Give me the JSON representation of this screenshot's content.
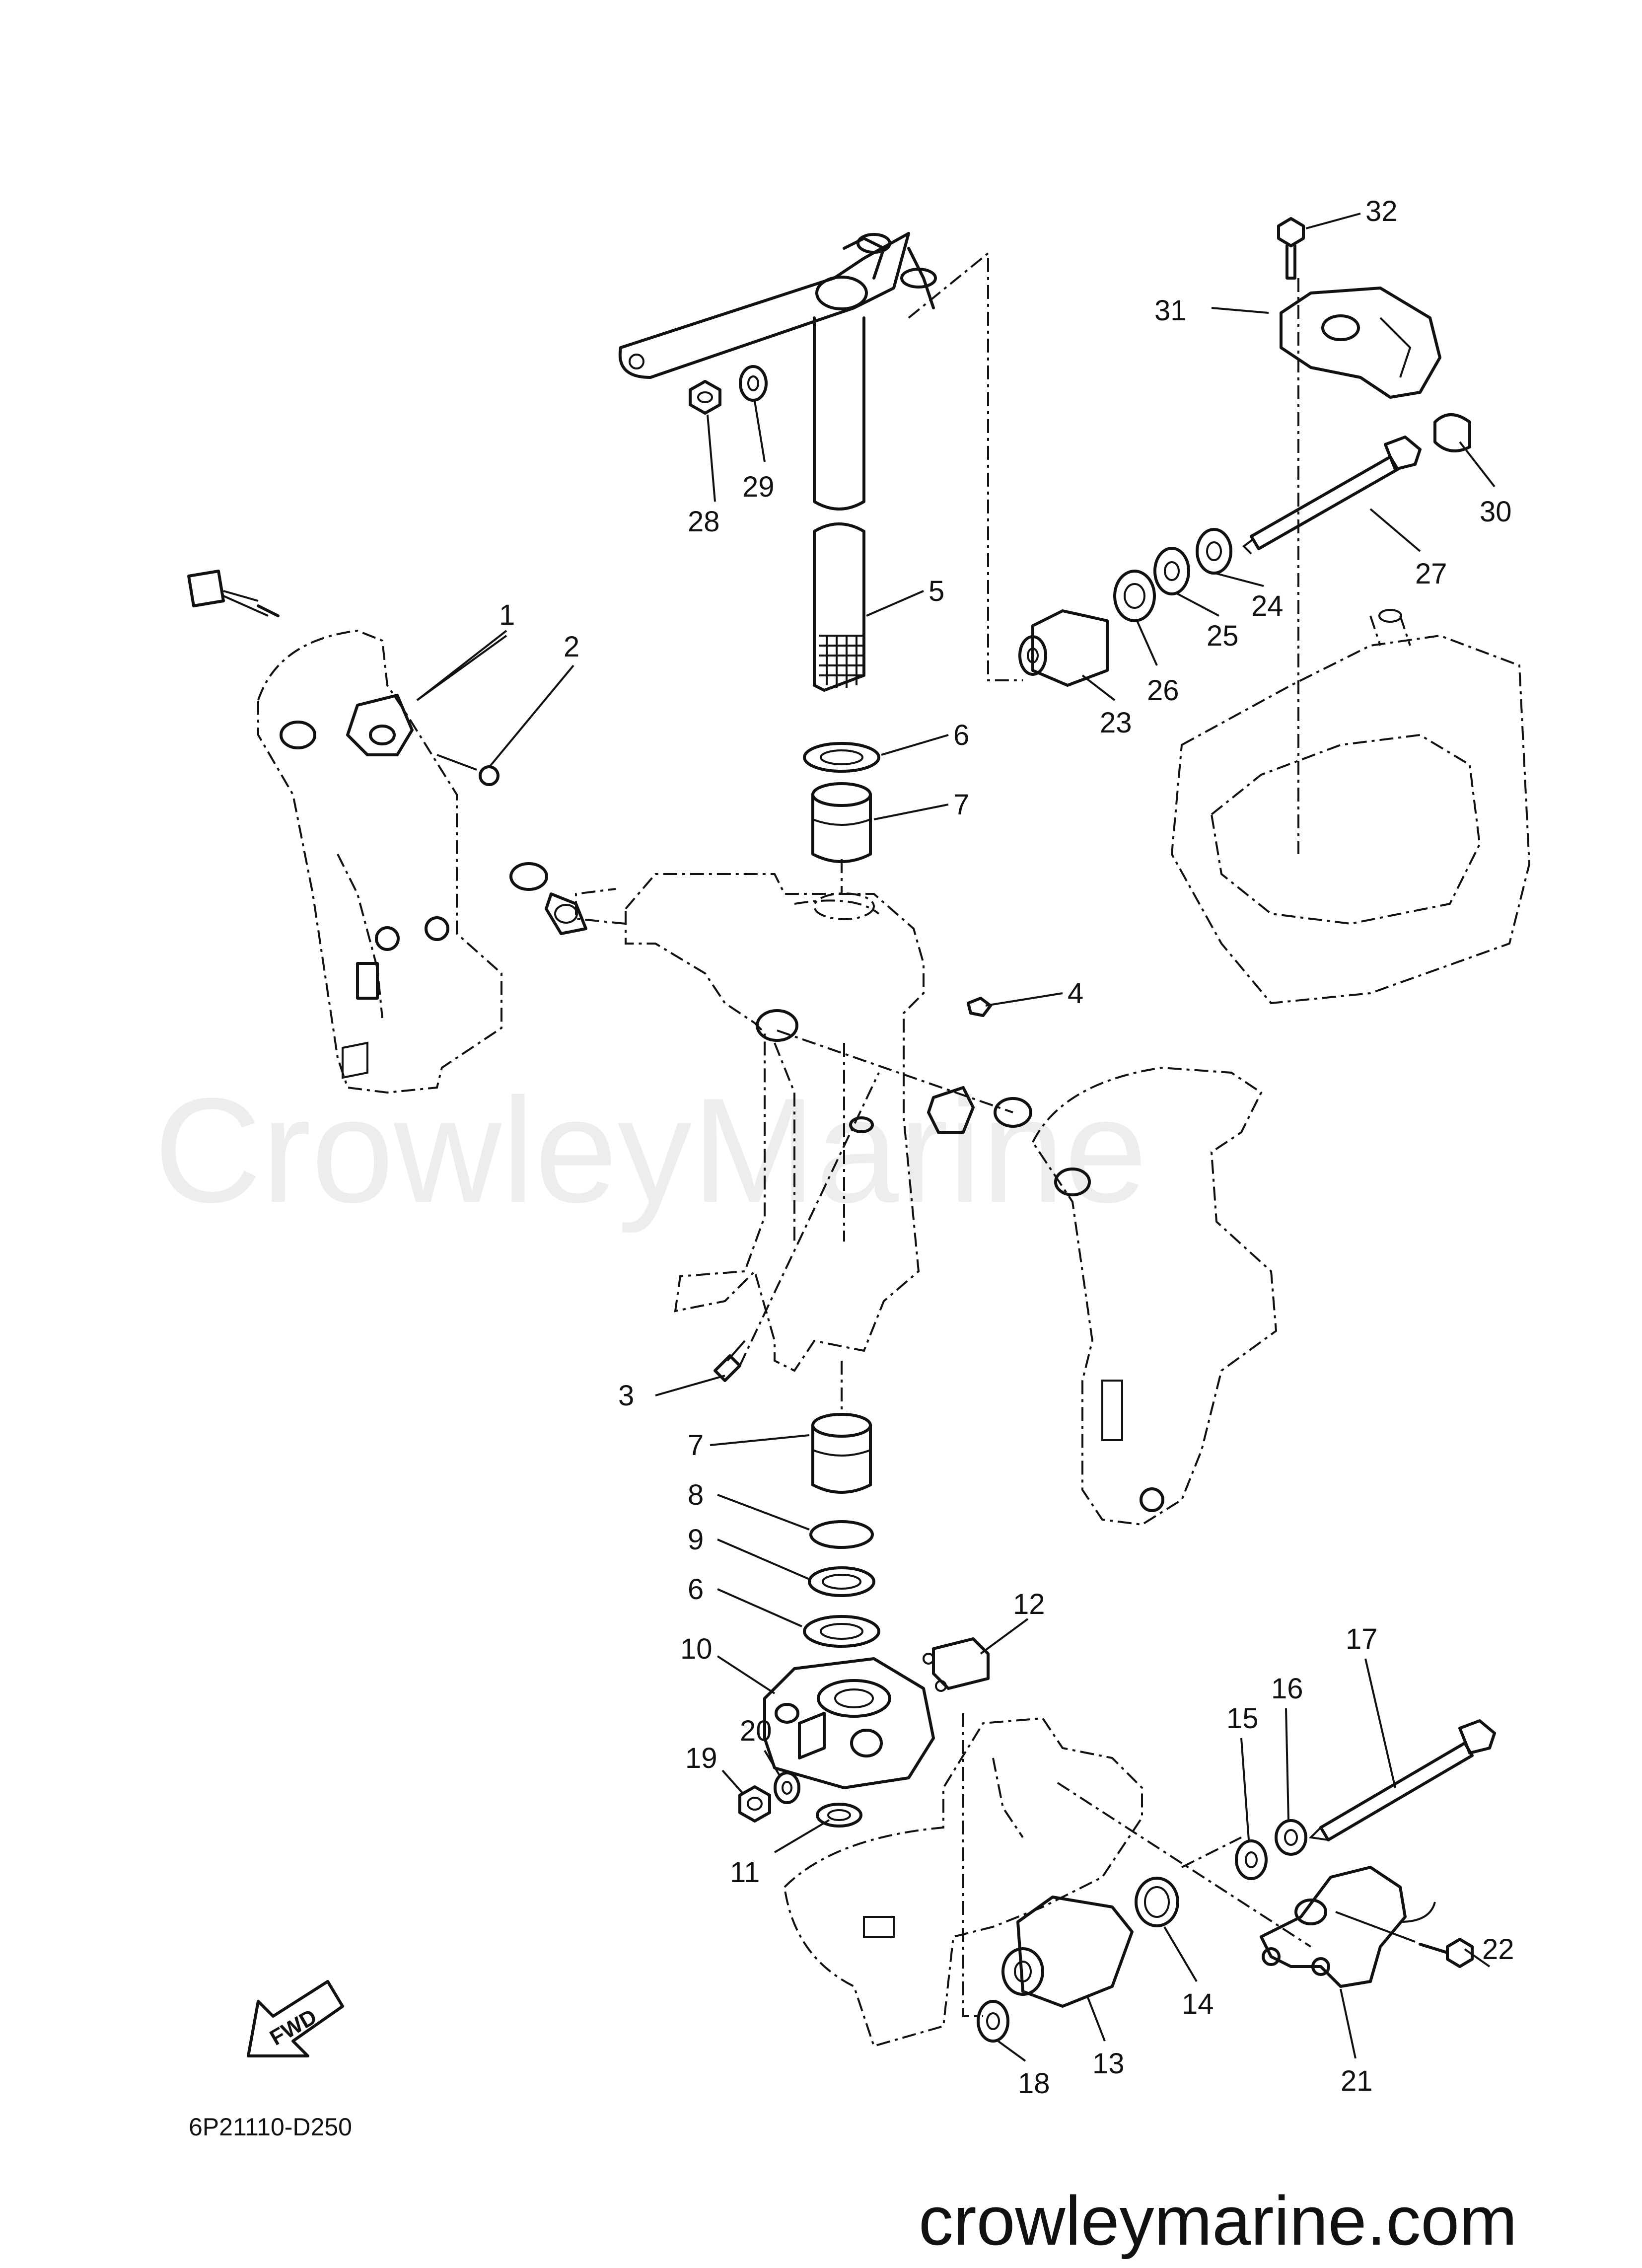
{
  "watermark": "CrowleyMarine",
  "diagram_code": "6P21110-D250",
  "website": "crowleymarine.com",
  "fwd_label": "FWD",
  "callouts": {
    "c1": "1",
    "c2": "2",
    "c3": "3",
    "c4": "4",
    "c5": "5",
    "c6a": "6",
    "c6b": "6",
    "c7a": "7",
    "c7b": "7",
    "c8": "8",
    "c9": "9",
    "c10": "10",
    "c11": "11",
    "c12": "12",
    "c13": "13",
    "c14": "14",
    "c15": "15",
    "c16": "16",
    "c17": "17",
    "c18": "18",
    "c19": "19",
    "c20": "20",
    "c21": "21",
    "c22": "22",
    "c23": "23",
    "c24": "24",
    "c25": "25",
    "c26": "26",
    "c27": "27",
    "c28": "28",
    "c29": "29",
    "c30": "30",
    "c31": "31",
    "c32": "32"
  }
}
